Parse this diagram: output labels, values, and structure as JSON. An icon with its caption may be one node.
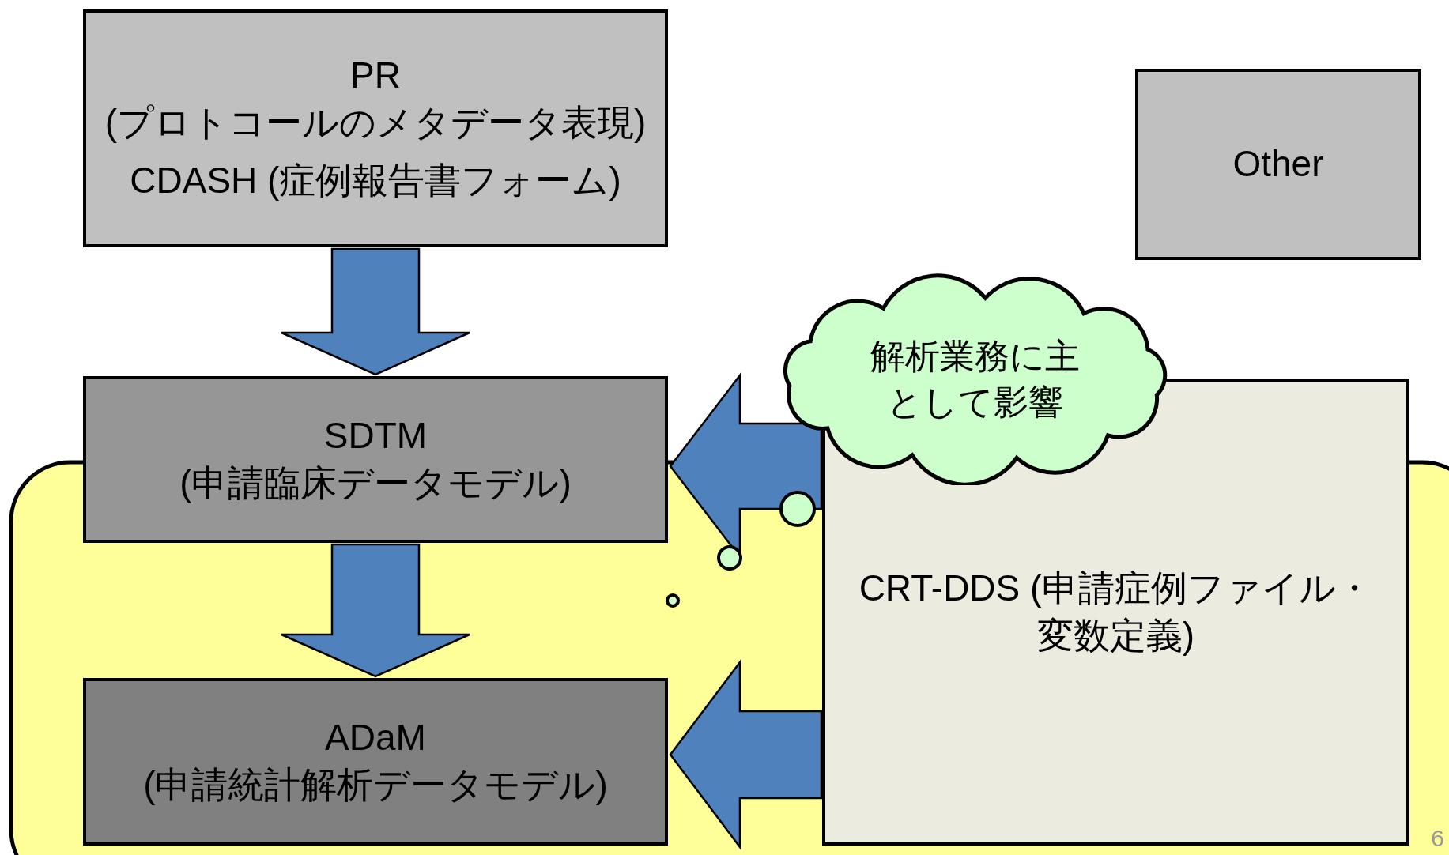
{
  "diagram": {
    "nodes": [
      {
        "text": [
          "PR (プロトコールのメタデータ表現)",
          "CDASH (症例報告書フォーム)"
        ]
      },
      {
        "text": [
          "Other"
        ]
      },
      {
        "text": [
          "解析業務に主として影響"
        ]
      },
      {
        "text": [
          "SDTM (申請臨床データモデル)"
        ]
      },
      {
        "text": [
          "CRT-DDS (申請症例ファイル・変数定義)"
        ]
      },
      {
        "text": [
          "ADaM (申請統計解析データモデル)"
        ]
      }
    ],
    "edges": [
      {
        "from": 0,
        "to": 3,
        "arrow": "to"
      },
      {
        "from": 3,
        "to": 5,
        "arrow": "to"
      },
      {
        "from": 4,
        "to": 3,
        "arrow": "to"
      },
      {
        "from": 4,
        "to": 5,
        "arrow": "to"
      }
    ],
    "labels": [
      "6"
    ]
  }
}
